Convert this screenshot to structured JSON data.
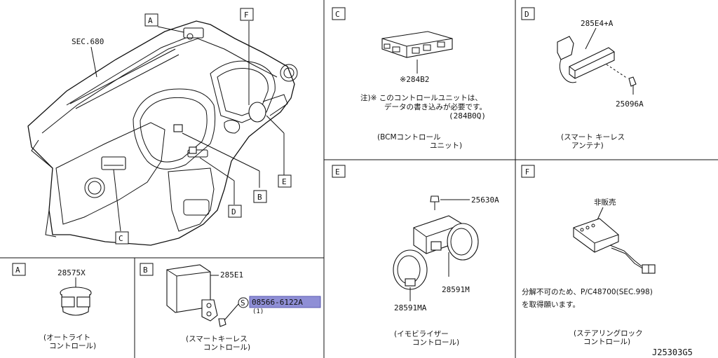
{
  "sections": {
    "main": {
      "sec_ref": "SEC.680",
      "callouts": [
        "A",
        "F",
        "B",
        "E",
        "D",
        "C"
      ]
    },
    "A": {
      "letter": "A",
      "part_no": "28575X",
      "caption_l1": "(オートライト",
      "caption_l2": "コントロール)"
    },
    "B": {
      "letter": "B",
      "part_no": "285E1",
      "screw_symbol": "S",
      "screw_no": "08566-6122A",
      "screw_qty": "(1)",
      "caption_l1": "(スマートキーレス",
      "caption_l2": "コントロール)"
    },
    "C": {
      "letter": "C",
      "part_no": "※284B2",
      "note_l1": "注)※ このコントロールユニットは、",
      "note_l2": "データの書き込みが必要です。",
      "note_l3": "(284B0Q)",
      "caption_l1": "(BCMコントロール",
      "caption_l2": "ユニット)"
    },
    "D": {
      "letter": "D",
      "part_no_1": "285E4+A",
      "part_no_2": "25096A",
      "caption_l1": "(スマート キーレス",
      "caption_l2": "アンテナ)"
    },
    "E": {
      "letter": "E",
      "part_no_1": "25630A",
      "part_no_2": "28591M",
      "part_no_3": "28591MA",
      "caption_l1": "(イモビライザー",
      "caption_l2": "コントロール)"
    },
    "F": {
      "letter": "F",
      "not_for_sale": "非販売",
      "note_l1": "分解不可のため、P/C48700(SEC.998)",
      "note_l2": "を取得願います。",
      "caption_l1": "(ステアリングロック",
      "caption_l2": "コントロール)"
    }
  },
  "diagram_id": "J25303G5",
  "colors": {
    "highlight": "#8f8fd6",
    "line": "#111111"
  }
}
